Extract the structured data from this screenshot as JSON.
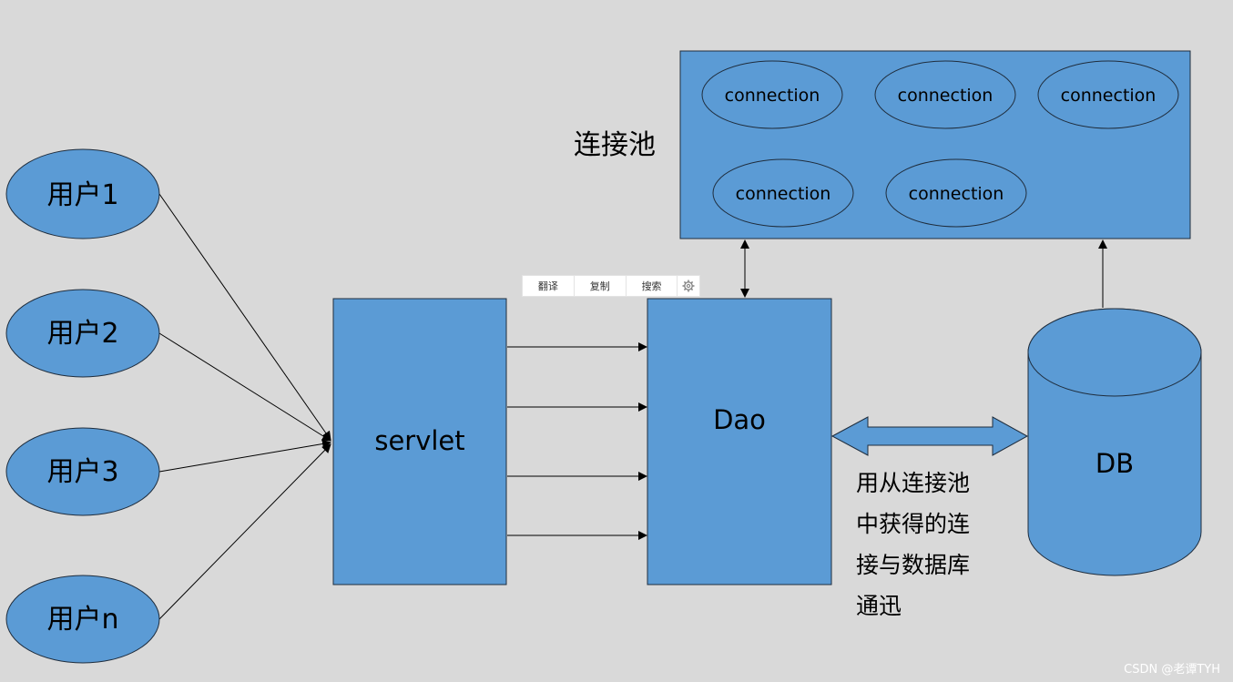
{
  "users": [
    {
      "label": "用户1"
    },
    {
      "label": "用户2"
    },
    {
      "label": "用户3"
    },
    {
      "label": "用户n"
    }
  ],
  "servlet": {
    "label": "servlet"
  },
  "dao": {
    "label": "Dao"
  },
  "db": {
    "label": "DB"
  },
  "pool": {
    "title": "连接池",
    "connections": [
      "connection",
      "connection",
      "connection",
      "connection",
      "connection"
    ]
  },
  "note": "用从连接池中获得的连接与数据库通迅",
  "toolbar": {
    "translate_label": "翻译",
    "copy_label": "复制",
    "search_label": "搜索",
    "settings_icon": "gear-icon"
  },
  "watermark": "CSDN @老谭TYH",
  "colors": {
    "shape_fill": "#5b9bd5",
    "background": "#d9d9d9"
  }
}
